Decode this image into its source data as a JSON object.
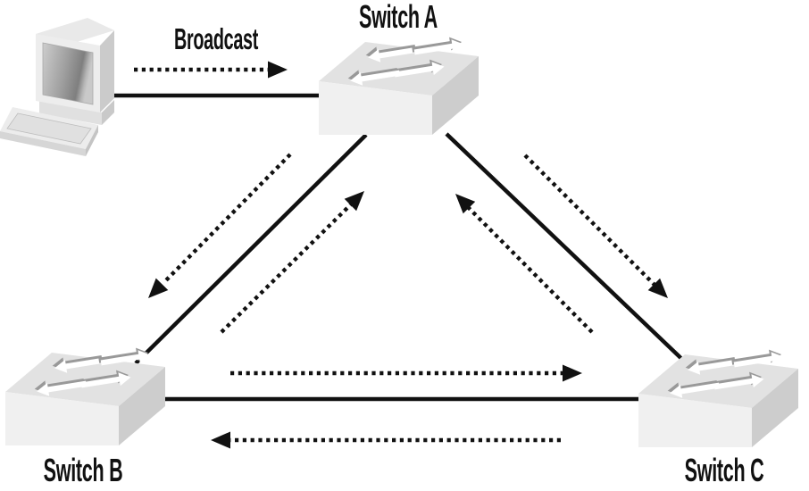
{
  "diagram": {
    "labels": {
      "broadcast": "Broadcast",
      "switch_a": "Switch A",
      "switch_b": "Switch B",
      "switch_c": "Switch C"
    },
    "nodes": [
      {
        "id": "pc",
        "icon": "desktop-computer-icon",
        "label": ""
      },
      {
        "id": "switch-a",
        "icon": "switch-icon",
        "label": "Switch A"
      },
      {
        "id": "switch-b",
        "icon": "switch-icon",
        "label": "Switch B"
      },
      {
        "id": "switch-c",
        "icon": "switch-icon",
        "label": "Switch C"
      }
    ],
    "links": [
      {
        "from": "pc",
        "to": "switch-a",
        "style": "solid"
      },
      {
        "from": "switch-a",
        "to": "switch-b",
        "style": "solid"
      },
      {
        "from": "switch-a",
        "to": "switch-c",
        "style": "solid"
      },
      {
        "from": "switch-b",
        "to": "switch-c",
        "style": "solid"
      }
    ],
    "flows": [
      {
        "from": "pc",
        "to": "switch-a",
        "style": "dotted-arrow",
        "label": "Broadcast"
      },
      {
        "from": "switch-a",
        "to": "switch-b",
        "style": "dotted-arrow",
        "label": ""
      },
      {
        "from": "switch-b",
        "to": "switch-a",
        "style": "dotted-arrow",
        "label": ""
      },
      {
        "from": "switch-a",
        "to": "switch-c",
        "style": "dotted-arrow",
        "label": ""
      },
      {
        "from": "switch-c",
        "to": "switch-a",
        "style": "dotted-arrow",
        "label": ""
      },
      {
        "from": "switch-b",
        "to": "switch-c",
        "style": "dotted-arrow",
        "label": ""
      },
      {
        "from": "switch-c",
        "to": "switch-b",
        "style": "dotted-arrow",
        "label": ""
      }
    ],
    "colors": {
      "background": "#ffffff",
      "ink": "#111111",
      "device_top": "#e2e2e2",
      "device_front": "#f0f0f0",
      "device_side": "#cdcdcd",
      "device_arrow": "#ffffff",
      "device_arrow_shadow": "#999999",
      "screen_dark": "#808080"
    }
  }
}
